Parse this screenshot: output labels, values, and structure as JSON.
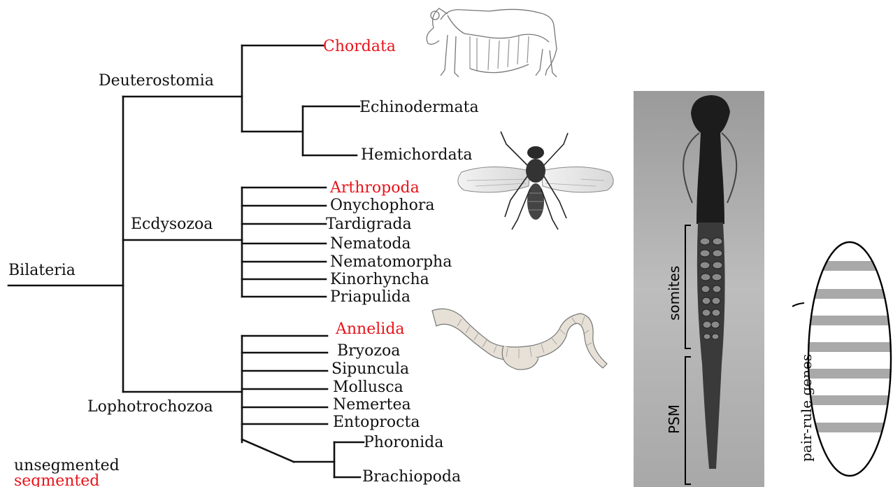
{
  "tree": {
    "root": "Bilateria",
    "clades": {
      "deuterostomia": "Deuterostomia",
      "ecdysozoa": "Ecdysozoa",
      "lophotrochozoa": "Lophotrochozoa"
    },
    "deuterostomia_taxa": [
      {
        "name": "Chordata",
        "segmented": true
      },
      {
        "name": "Echinodermata",
        "segmented": false
      },
      {
        "name": "Hemichordata",
        "segmented": false
      }
    ],
    "ecdysozoa_taxa": [
      {
        "name": "Arthropoda",
        "segmented": true
      },
      {
        "name": "Onychophora",
        "segmented": false
      },
      {
        "name": "Tardigrada",
        "segmented": false
      },
      {
        "name": "Nematoda",
        "segmented": false
      },
      {
        "name": "Nematomorpha",
        "segmented": false
      },
      {
        "name": "Kinorhyncha",
        "segmented": false
      },
      {
        "name": "Priapulida",
        "segmented": false
      }
    ],
    "lophotrochozoa_taxa": [
      {
        "name": "Annelida",
        "segmented": true
      },
      {
        "name": "Bryozoa",
        "segmented": false
      },
      {
        "name": "Sipuncula",
        "segmented": false
      },
      {
        "name": "Mollusca",
        "segmented": false
      },
      {
        "name": "Nemertea",
        "segmented": false
      },
      {
        "name": "Entoprocta",
        "segmented": false
      },
      {
        "name": "Phoronida",
        "segmented": false
      },
      {
        "name": "Brachiopoda",
        "segmented": false
      }
    ]
  },
  "legend": {
    "unsegmented": "unsegmented",
    "segmented": "segmented"
  },
  "colors": {
    "segmented": "#e8141a",
    "unsegmented": "#111111"
  },
  "illustrations": {
    "cow": "cow-skeleton-drawing",
    "fly": "fly-drawing",
    "worm": "annelid-worm-drawing"
  },
  "embryo": {
    "somites_label": "somites",
    "psm_label": "PSM"
  },
  "pair_rule": {
    "label": "pair-rule genes",
    "stripe_count": 7
  }
}
